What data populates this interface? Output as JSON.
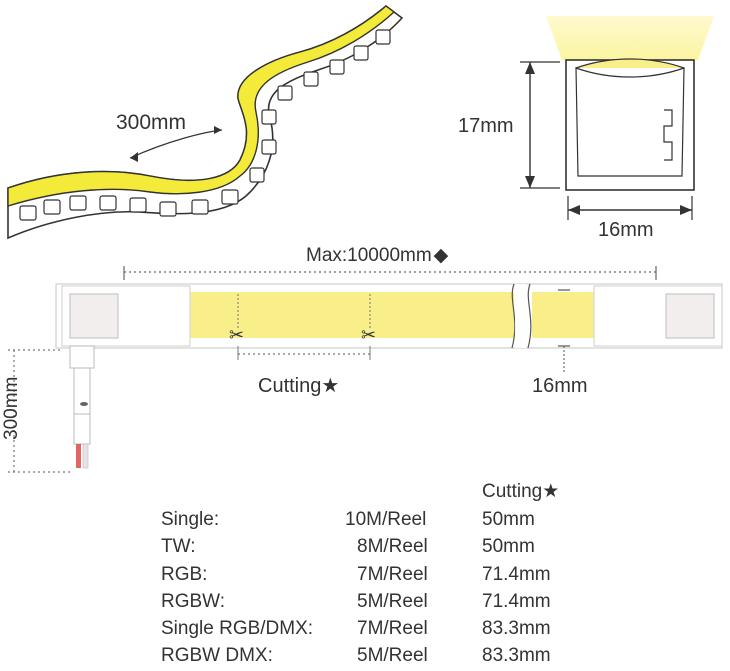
{
  "labels": {
    "flex_length": "300mm",
    "profile_height": "17mm",
    "profile_width": "16mm",
    "max_length": "Max:10000mm",
    "max_marker": "◆",
    "cutting": "Cutting",
    "cutting_star": "★",
    "end_width": "16mm",
    "cable_length": "300mm"
  },
  "table": {
    "header": "Cutting",
    "header_star": "★",
    "rows": [
      {
        "type": "Single:",
        "reel": "10M/Reel",
        "cutting": "50mm"
      },
      {
        "type": "TW:",
        "reel": "8M/Reel",
        "cutting": "50mm"
      },
      {
        "type": "RGB:",
        "reel": "7M/Reel",
        "cutting": "71.4mm"
      },
      {
        "type": "RGBW:",
        "reel": "5M/Reel",
        "cutting": "71.4mm"
      },
      {
        "type": "Single RGB/DMX:",
        "reel": "7M/Reel",
        "cutting": "83.3mm"
      },
      {
        "type": "RGBW DMX:",
        "reel": "5M/Reel",
        "cutting": "83.3mm"
      }
    ]
  },
  "colors": {
    "light": "#f8ee8a",
    "light_bright": "#f4ea3a",
    "outline": "#333333",
    "wire_red": "#e06666"
  }
}
